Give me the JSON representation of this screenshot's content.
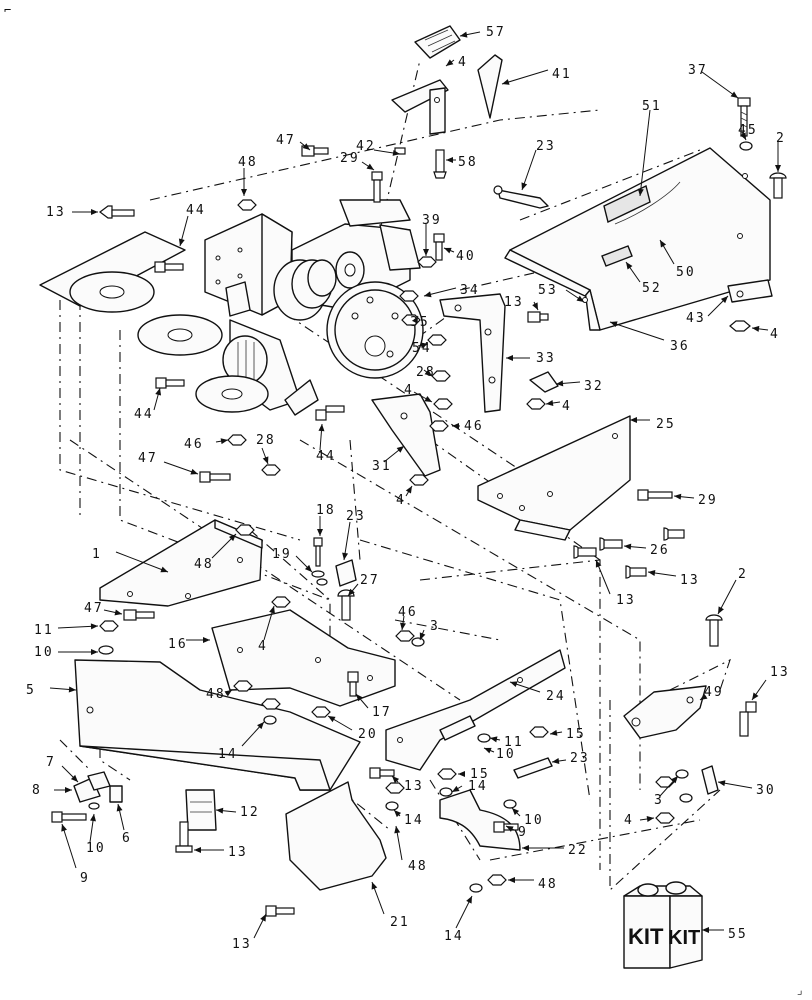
{
  "corner_marks": {
    "top_left": "⌐",
    "bottom_right": "⌟"
  },
  "kit": {
    "label_left": "KIT",
    "label_right": "KIT",
    "callout": "55"
  },
  "callouts": [
    {
      "id": "c57",
      "text": "57"
    },
    {
      "id": "c41",
      "text": "41"
    },
    {
      "id": "c4a",
      "text": "4"
    },
    {
      "id": "c37",
      "text": "37"
    },
    {
      "id": "c51",
      "text": "51"
    },
    {
      "id": "c45",
      "text": "45"
    },
    {
      "id": "c2a",
      "text": "2"
    },
    {
      "id": "c47a",
      "text": "47"
    },
    {
      "id": "c42",
      "text": "42"
    },
    {
      "id": "c23a",
      "text": "23"
    },
    {
      "id": "c58",
      "text": "58"
    },
    {
      "id": "c48a",
      "text": "48"
    },
    {
      "id": "c29a",
      "text": "29"
    },
    {
      "id": "c13a",
      "text": "13"
    },
    {
      "id": "c44a",
      "text": "44"
    },
    {
      "id": "c39",
      "text": "39"
    },
    {
      "id": "c40",
      "text": "40"
    },
    {
      "id": "c50",
      "text": "50"
    },
    {
      "id": "c52",
      "text": "52"
    },
    {
      "id": "c53",
      "text": "53"
    },
    {
      "id": "c34",
      "text": "34"
    },
    {
      "id": "c13b",
      "text": "13"
    },
    {
      "id": "c43",
      "text": "43"
    },
    {
      "id": "c4b",
      "text": "4"
    },
    {
      "id": "c36",
      "text": "36"
    },
    {
      "id": "c35",
      "text": "35"
    },
    {
      "id": "c54",
      "text": "54"
    },
    {
      "id": "c33",
      "text": "33"
    },
    {
      "id": "c28a",
      "text": "28"
    },
    {
      "id": "c32",
      "text": "32"
    },
    {
      "id": "c4c",
      "text": "4"
    },
    {
      "id": "c4d",
      "text": "4"
    },
    {
      "id": "c44b",
      "text": "44"
    },
    {
      "id": "c25",
      "text": "25"
    },
    {
      "id": "c46a",
      "text": "46"
    },
    {
      "id": "c28b",
      "text": "28"
    },
    {
      "id": "c46b",
      "text": "46"
    },
    {
      "id": "c44c",
      "text": "44"
    },
    {
      "id": "c31",
      "text": "31"
    },
    {
      "id": "c47b",
      "text": "47"
    },
    {
      "id": "c4e",
      "text": "4"
    },
    {
      "id": "c29b",
      "text": "29"
    },
    {
      "id": "c18",
      "text": "18"
    },
    {
      "id": "c23b",
      "text": "23"
    },
    {
      "id": "c1",
      "text": "1"
    },
    {
      "id": "c48b",
      "text": "48"
    },
    {
      "id": "c19",
      "text": "19"
    },
    {
      "id": "c26",
      "text": "26"
    },
    {
      "id": "c13c",
      "text": "13"
    },
    {
      "id": "c27",
      "text": "27"
    },
    {
      "id": "c13d",
      "text": "13"
    },
    {
      "id": "c2b",
      "text": "2"
    },
    {
      "id": "c47c",
      "text": "47"
    },
    {
      "id": "c11a",
      "text": "11"
    },
    {
      "id": "c16",
      "text": "16"
    },
    {
      "id": "c46c",
      "text": "46"
    },
    {
      "id": "c3a",
      "text": "3"
    },
    {
      "id": "c4f",
      "text": "4"
    },
    {
      "id": "c10a",
      "text": "10"
    },
    {
      "id": "c5",
      "text": "5"
    },
    {
      "id": "c49",
      "text": "49"
    },
    {
      "id": "c13e",
      "text": "13"
    },
    {
      "id": "c24",
      "text": "24"
    },
    {
      "id": "c48c",
      "text": "48"
    },
    {
      "id": "c17",
      "text": "17"
    },
    {
      "id": "c15a",
      "text": "15"
    },
    {
      "id": "c14a",
      "text": "14"
    },
    {
      "id": "c20",
      "text": "20"
    },
    {
      "id": "c11b",
      "text": "11"
    },
    {
      "id": "c10b",
      "text": "10"
    },
    {
      "id": "c7",
      "text": "7"
    },
    {
      "id": "c23c",
      "text": "23"
    },
    {
      "id": "c13f",
      "text": "13"
    },
    {
      "id": "c15b",
      "text": "15"
    },
    {
      "id": "c14b",
      "text": "14"
    },
    {
      "id": "c8",
      "text": "8"
    },
    {
      "id": "c30",
      "text": "30"
    },
    {
      "id": "c3b",
      "text": "3"
    },
    {
      "id": "c6",
      "text": "6"
    },
    {
      "id": "c12",
      "text": "12"
    },
    {
      "id": "c14c",
      "text": "14"
    },
    {
      "id": "c10c",
      "text": "10"
    },
    {
      "id": "c4g",
      "text": "4"
    },
    {
      "id": "c9a",
      "text": "9"
    },
    {
      "id": "c10d",
      "text": "10"
    },
    {
      "id": "c13g",
      "text": "13"
    },
    {
      "id": "c48d",
      "text": "48"
    },
    {
      "id": "c22",
      "text": "22"
    },
    {
      "id": "c9b",
      "text": "9"
    },
    {
      "id": "c21",
      "text": "21"
    },
    {
      "id": "c14d",
      "text": "14"
    },
    {
      "id": "c48e",
      "text": "48"
    },
    {
      "id": "c13h",
      "text": "13"
    }
  ]
}
